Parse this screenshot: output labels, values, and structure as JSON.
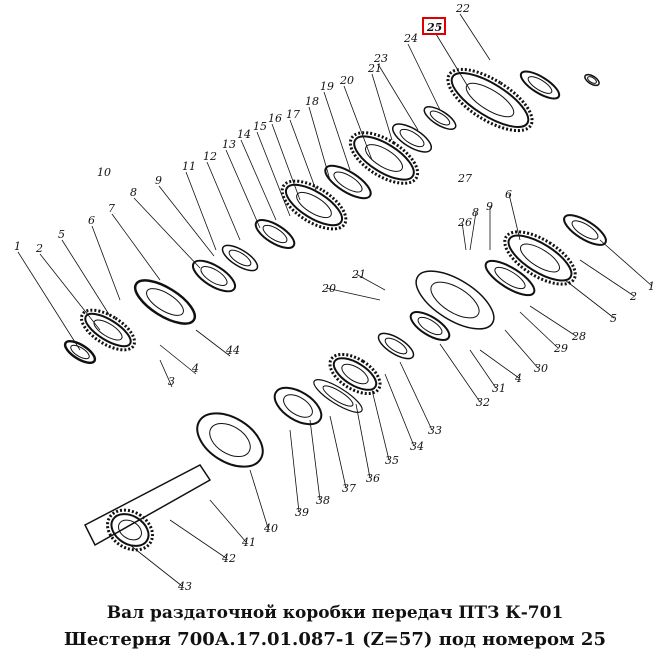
{
  "caption": {
    "line1": "Вал раздаточной коробки передач ПТЗ К-701",
    "line2": "Шестерня 700А.17.01.087-1 (Z=57) под номером 25"
  },
  "highlight": {
    "label": "25",
    "color": "#e00000"
  },
  "labels": {
    "upper": [
      "1",
      "2",
      "3",
      "4",
      "5",
      "6",
      "7",
      "8",
      "9",
      "10",
      "11",
      "12",
      "13",
      "14",
      "15",
      "16",
      "17",
      "18",
      "19",
      "20",
      "21",
      "22",
      "23",
      "24",
      "44"
    ],
    "lower": [
      "1",
      "2",
      "4",
      "5",
      "6",
      "8",
      "9",
      "20",
      "21",
      "26",
      "27",
      "28",
      "29",
      "30",
      "31",
      "32",
      "33",
      "34",
      "35",
      "36",
      "37",
      "38",
      "39",
      "40",
      "41",
      "42",
      "43"
    ]
  }
}
